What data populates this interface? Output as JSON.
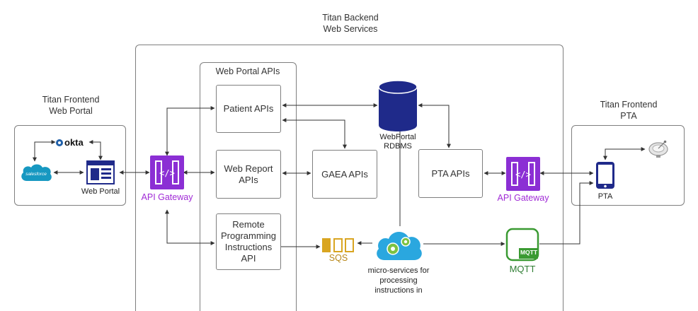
{
  "backend": {
    "title_line1": "Titan Backend",
    "title_line2": "Web Services"
  },
  "frontend_web": {
    "title_line1": "Titan Frontend",
    "title_line2": "Web Portal",
    "okta": "okta",
    "salesforce": "salesforce",
    "web_portal": "Web Portal"
  },
  "frontend_pta": {
    "title_line1": "Titan Frontend",
    "title_line2": "PTA",
    "pta": "PTA"
  },
  "web_portal_apis": {
    "title": "Web Portal APIs",
    "patient": "Patient APIs",
    "web_report_line1": "Web Report",
    "web_report_line2": "APIs",
    "remote_line1": "Remote",
    "remote_line2": "Programming",
    "remote_line3": "Instructions",
    "remote_line4": "API"
  },
  "gaea": "GAEA APIs",
  "pta_apis": "PTA APIs",
  "db": {
    "line1": "WebPortal",
    "line2": "RDBMS"
  },
  "gateway_left": "API Gateway",
  "gateway_right": "API Gateway",
  "sqs": "SQS",
  "micro": {
    "line1": "micro-services for",
    "line2": "processing",
    "line3": "instructions in"
  },
  "mqtt": {
    "badge": "MQTT",
    "label": "MQTT"
  },
  "colors": {
    "gateway": "#8b2fd4",
    "database": "#1f2a8a",
    "device": "#1f2a8a",
    "cloud": "#2aa7df",
    "sqs": "#d9a521",
    "mqtt": "#3a9a32",
    "salesforce": "#1798c1",
    "okta": "#1f5fa8",
    "line": "#333333"
  },
  "icons": [
    "okta-icon",
    "salesforce-icon",
    "web-portal-icon",
    "api-gateway-icon",
    "database-icon",
    "sqs-queue-icon",
    "micro-services-cloud-icon",
    "mqtt-icon",
    "mobile-device-icon",
    "satellite-dish-icon"
  ]
}
